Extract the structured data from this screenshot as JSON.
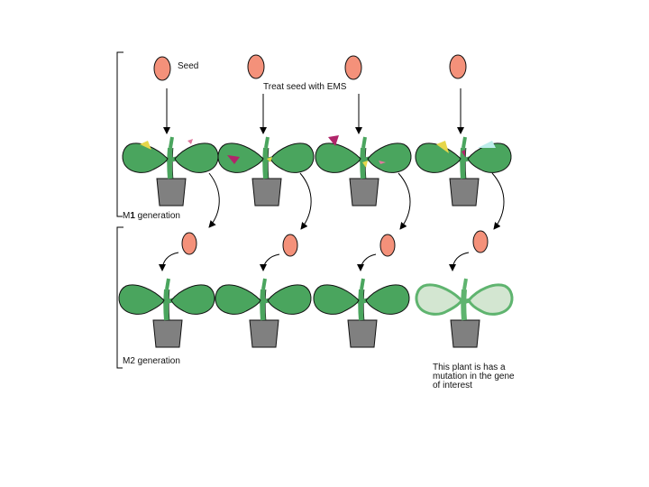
{
  "labels": {
    "seed": "Seed",
    "treat": "Treat seed with EMS",
    "m1_prefix": "M",
    "m1_num": "1",
    "m1_suffix": " generation",
    "m2": "M2 generation",
    "mutant_line1": "This plant is has a",
    "mutant_line2": "mutation in the gene",
    "mutant_line3": "of interest"
  },
  "colors": {
    "seed": "#F4917A",
    "leaf": "#4AA55E",
    "leaf_mutant": "#D3E6D1",
    "leaf_mutant_outline": "#5FB46F",
    "pot": "#808080",
    "spot_yellow": "#E6D64A",
    "spot_magenta": "#B0256A",
    "spot_pink": "#E07A9E",
    "spot_cyan": "#BDEDEA"
  }
}
